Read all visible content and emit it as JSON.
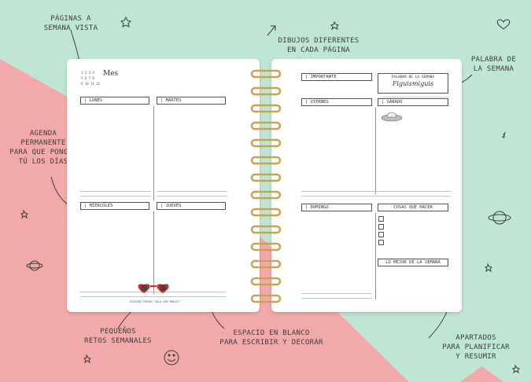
{
  "annotations": {
    "paginas": [
      "PÁGINAS A",
      "SEMANA VISTA"
    ],
    "dibujos": [
      "DIBUJOS DIFERENTES",
      "EN CADA PÁGINA"
    ],
    "palabra": [
      "PALABRA DE",
      "LA SEMANA"
    ],
    "agenda": [
      "AGENDA",
      "PERMANENTE",
      "PARA QUE PONGAS",
      "TÚ LOS DÍAS"
    ],
    "retos": [
      "PEQUEÑOS",
      "RETOS SEMANALES"
    ],
    "espacio": [
      "ESPACIO EN BLANCO",
      "PARA ESCRIBIR Y DECORAR"
    ],
    "apartados": [
      "APARTADOS",
      "PARA PLANIFICAR",
      "Y RESUMIR"
    ]
  },
  "left_page": {
    "month_label": "Mes",
    "days": [
      "| LUNES",
      "| MARTES",
      "| MIÉRCOLES",
      "| JUEVES"
    ],
    "challenge_text": "ESCRIBE FRASES SOLO CON EMOJIS"
  },
  "right_page": {
    "important": "| IMPORTANTE",
    "word_title": "PALABRA DE LA SEMANA",
    "word_value": "Figuismiguis",
    "days": [
      "| VIERNES",
      "| SÁBADO",
      "| DOMINGO"
    ],
    "todo_title": "COSAS QUE HACER",
    "best_title": "LO MEJOR DE LA SEMANA"
  },
  "colors": {
    "pink": "#f2a9a9",
    "mint": "#bfe6d2",
    "rings": "#c9a352"
  }
}
